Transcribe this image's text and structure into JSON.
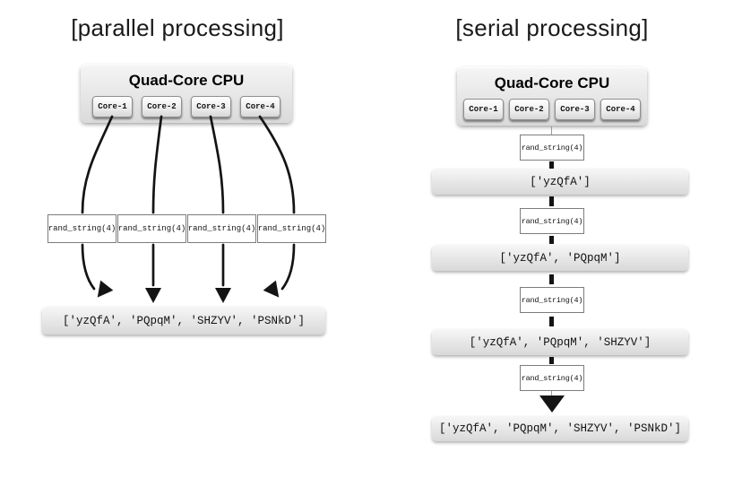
{
  "colors": {
    "box_fill_top": "#f6f6f6",
    "box_fill_bottom": "#d9d9d9",
    "box_border": "#7d7d7d",
    "text": "#111111",
    "arrow": "#141414"
  },
  "parallel": {
    "title": "[parallel processing]",
    "cpu": {
      "label": "Quad-Core CPU",
      "cores": [
        "Core-1",
        "Core-2",
        "Core-3",
        "Core-4"
      ]
    },
    "tasks": [
      "rand_string(4)",
      "rand_string(4)",
      "rand_string(4)",
      "rand_string(4)"
    ],
    "result": "['yzQfA', 'PQpqM', 'SHZYV', 'PSNkD']"
  },
  "serial": {
    "title": "[serial processing]",
    "cpu": {
      "label": "Quad-Core CPU",
      "cores": [
        "Core-1",
        "Core-2",
        "Core-3",
        "Core-4"
      ]
    },
    "steps": [
      {
        "task": "rand_string(4)",
        "result": "['yzQfA']"
      },
      {
        "task": "rand_string(4)",
        "result": "['yzQfA', 'PQpqM']"
      },
      {
        "task": "rand_string(4)",
        "result": "['yzQfA', 'PQpqM', 'SHZYV']"
      },
      {
        "task": "rand_string(4)",
        "result": "['yzQfA', 'PQpqM', 'SHZYV', 'PSNkD']"
      }
    ]
  }
}
